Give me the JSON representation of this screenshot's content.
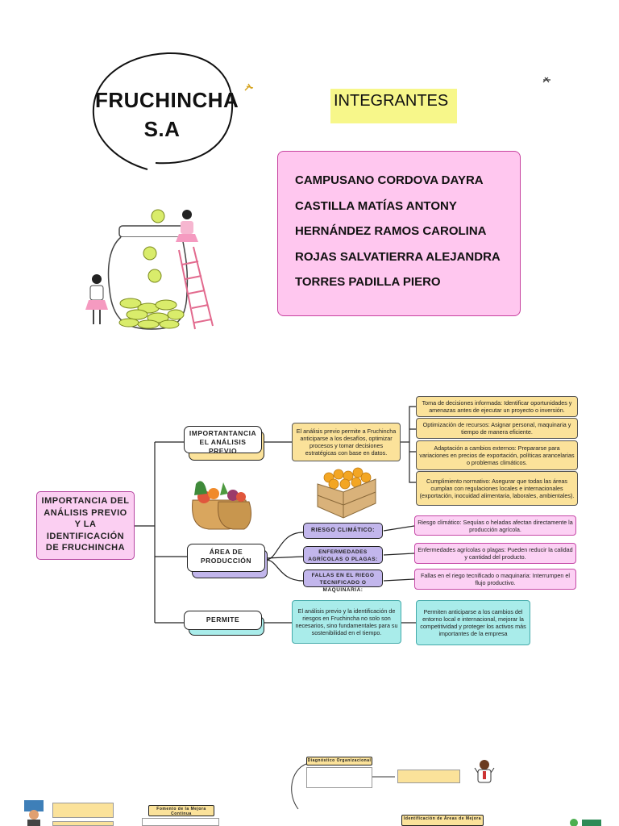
{
  "header": {
    "company_line1": "FRUCHINCHA",
    "company_line2": "S.A",
    "integrantes_label": "INTEGRANTES"
  },
  "members": [
    "CAMPUSANO CORDOVA DAYRA",
    "CASTILLA MATÍAS ANTONY",
    "HERNÁNDEZ RAMOS CAROLINA",
    "ROJAS SALVATIERRA ALEJANDRA",
    "TORRES PADILLA PIERO"
  ],
  "map": {
    "root": "IMPORTANCIA DEL ANÁLISIS PREVIO Y LA IDENTIFICACIÓN DE FRUCHINCHA",
    "branch1": {
      "label": "IMPORTANTANCIA EL ANÁLISIS PREVIO",
      "summary": "El análisis previo permite a Fruchincha anticiparse a los desafíos, optimizar procesos y tomar decisiones estratégicas con base en datos.",
      "points": [
        "Toma de decisiones informada: Identificar oportunidades y amenazas antes de ejecutar un proyecto o inversión.",
        "Optimización de recursos: Asignar personal, maquinaria y tiempo de manera eficiente.",
        "Adaptación a cambios externos: Prepararse para variaciones en precios de exportación, políticas arancelarias o problemas climáticos.",
        "Cumplimiento normativo: Asegurar que todas las áreas cumplan con regulaciones locales e internacionales (exportación, inocuidad alimentaria, laborales, ambientales)."
      ]
    },
    "branch2": {
      "label": "ÁREA DE PRODUCCIÓN",
      "risks": [
        {
          "label": "RIESGO CLIMÁTICO:",
          "detail": "Riesgo climático: Sequías o heladas afectan directamente la producción agrícola."
        },
        {
          "label": "ENFERMEDADES AGRÍCOLAS O PLAGAS:",
          "detail": "Enfermedades agrícolas o plagas: Pueden reducir la calidad y cantidad del producto."
        },
        {
          "label": "FALLAS EN EL RIEGO TECNIFICADO O MAQUINARIA:",
          "detail": "Fallas en el riego tecnificado o maquinaria: Interrumpen el flujo productivo."
        }
      ]
    },
    "branch3": {
      "label": "PERMITE",
      "summary": "El análisis previo y la identificación de riesgos en Fruchincha no solo son necesarios, sino fundamentales para su sostenibilidad en el tiempo.",
      "result": "Permiten anticiparse a los cambios del entorno local e internacional, mejorar la competitividad y proteger los activos más importantes de la empresa"
    }
  },
  "bottom_map": {
    "node1": "Diagnóstico Organizacional",
    "node2": "Fomento de la Mejora Continua",
    "node3": "Identificación de Áreas de Mejora"
  }
}
